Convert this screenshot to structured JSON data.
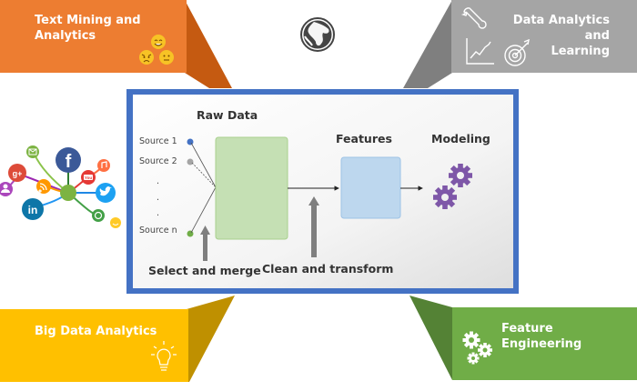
{
  "banners": {
    "top_left": {
      "title_line1": "Text Mining and",
      "title_line2": "Analytics",
      "color": "#ED7D31",
      "shade": "#C55A11",
      "icons": [
        "smile-emoji-icon",
        "angry-emoji-icon",
        "neutral-emoji-icon"
      ]
    },
    "top_right": {
      "title_line1": "Data Analytics and",
      "title_line2": "Learning",
      "color": "#A5A5A5",
      "shade": "#7F7F7F",
      "icons": [
        "wrench-icon",
        "line-chart-icon",
        "target-icon"
      ]
    },
    "bottom_left": {
      "title": "Big Data Analytics",
      "color": "#FFC000",
      "shade": "#BF9000",
      "icons": [
        "lightbulb-icon"
      ]
    },
    "bottom_right": {
      "title": "Feature Engineering",
      "color": "#70AD47",
      "shade": "#548235",
      "icons": [
        "gears-icon"
      ]
    }
  },
  "globe": {
    "icon": "globe-icon"
  },
  "social_cluster": {
    "icons": [
      "facebook-icon",
      "twitter-icon",
      "linkedin-icon",
      "google-plus-icon",
      "rss-icon",
      "email-icon",
      "youtube-icon",
      "music-icon",
      "user-icon",
      "smile-icon"
    ]
  },
  "pipeline": {
    "frame_color": "#4472C4",
    "raw_data_label": "Raw Data",
    "sources": [
      "Source 1",
      "Source 2",
      "Source n"
    ],
    "source_colors": [
      "#4472C4",
      "#A5A5A5",
      "#70AD47"
    ],
    "ellipsis": [
      ".",
      ".",
      "."
    ],
    "features_label": "Features",
    "modeling_label": "Modeling",
    "select_merge_label": "Select and merge",
    "clean_transform_label": "Clean and transform",
    "raw_box_color": "#C5E0B4",
    "features_box_color": "#BDD7EE",
    "gear_color": "#7E57A8"
  }
}
